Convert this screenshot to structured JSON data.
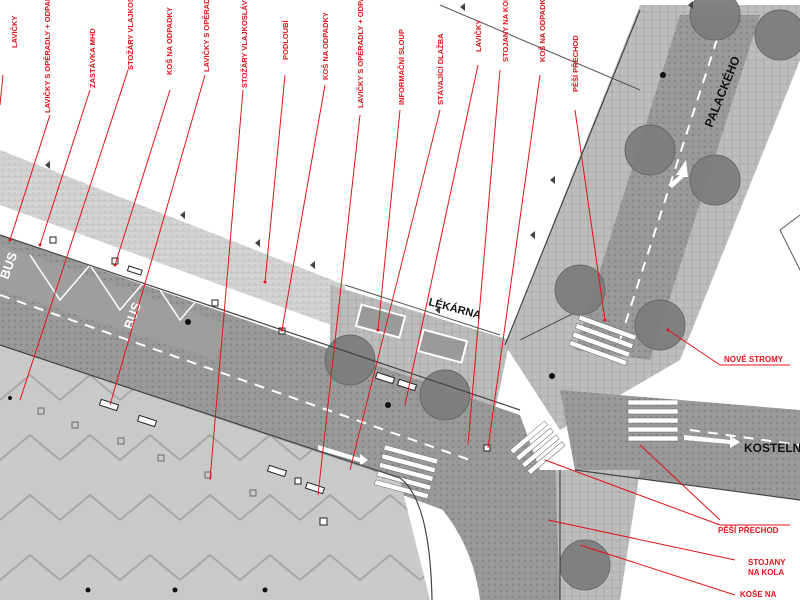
{
  "callouts_top": [
    "LAVIČKY",
    "LAVIČKY S OPĚRADLY + ODPADKOVÝ KOŠ",
    "ZASTÁVKA MHD",
    "STOŽÁRY VLAJKOSLÁVY",
    "KOŠ NA ODPADKY",
    "LAVIČKY S OPĚRADLY",
    "STOŽÁRY VLAJKOSLÁVY",
    "PODLOUBÍ",
    "KOŠ NA ODPADKY",
    "LAVIČKY S OPĚRADLY + ODPADKOVÝ KOŠ",
    "INFORMAČNÍ SLOUP",
    "STÁVAJÍCÍ DLAŽBA",
    "LAVIČKY",
    "STOJANY NA KOLA",
    "KOŠ NA ODPADKY",
    "PĚŠÍ PŘECHOD"
  ],
  "callouts_right": {
    "trees": "NOVÉ STROMY",
    "crossing": "PĚŠÍ PŘECHOD",
    "bike_racks": "STOJANY NA KOLA",
    "bins": "KOŠE NA"
  },
  "streets": {
    "palackeho": "PALACKÉHO",
    "kostelni": "KOSTELNÍ"
  },
  "building": "LÉKÁRNA",
  "road_marking": "BUS",
  "colors": {
    "callout": "#e3131b",
    "road": "#8c8c8c",
    "pavement": "#d6d6d6",
    "tree": "#7a7a7a",
    "crossing": "#ffffff"
  }
}
